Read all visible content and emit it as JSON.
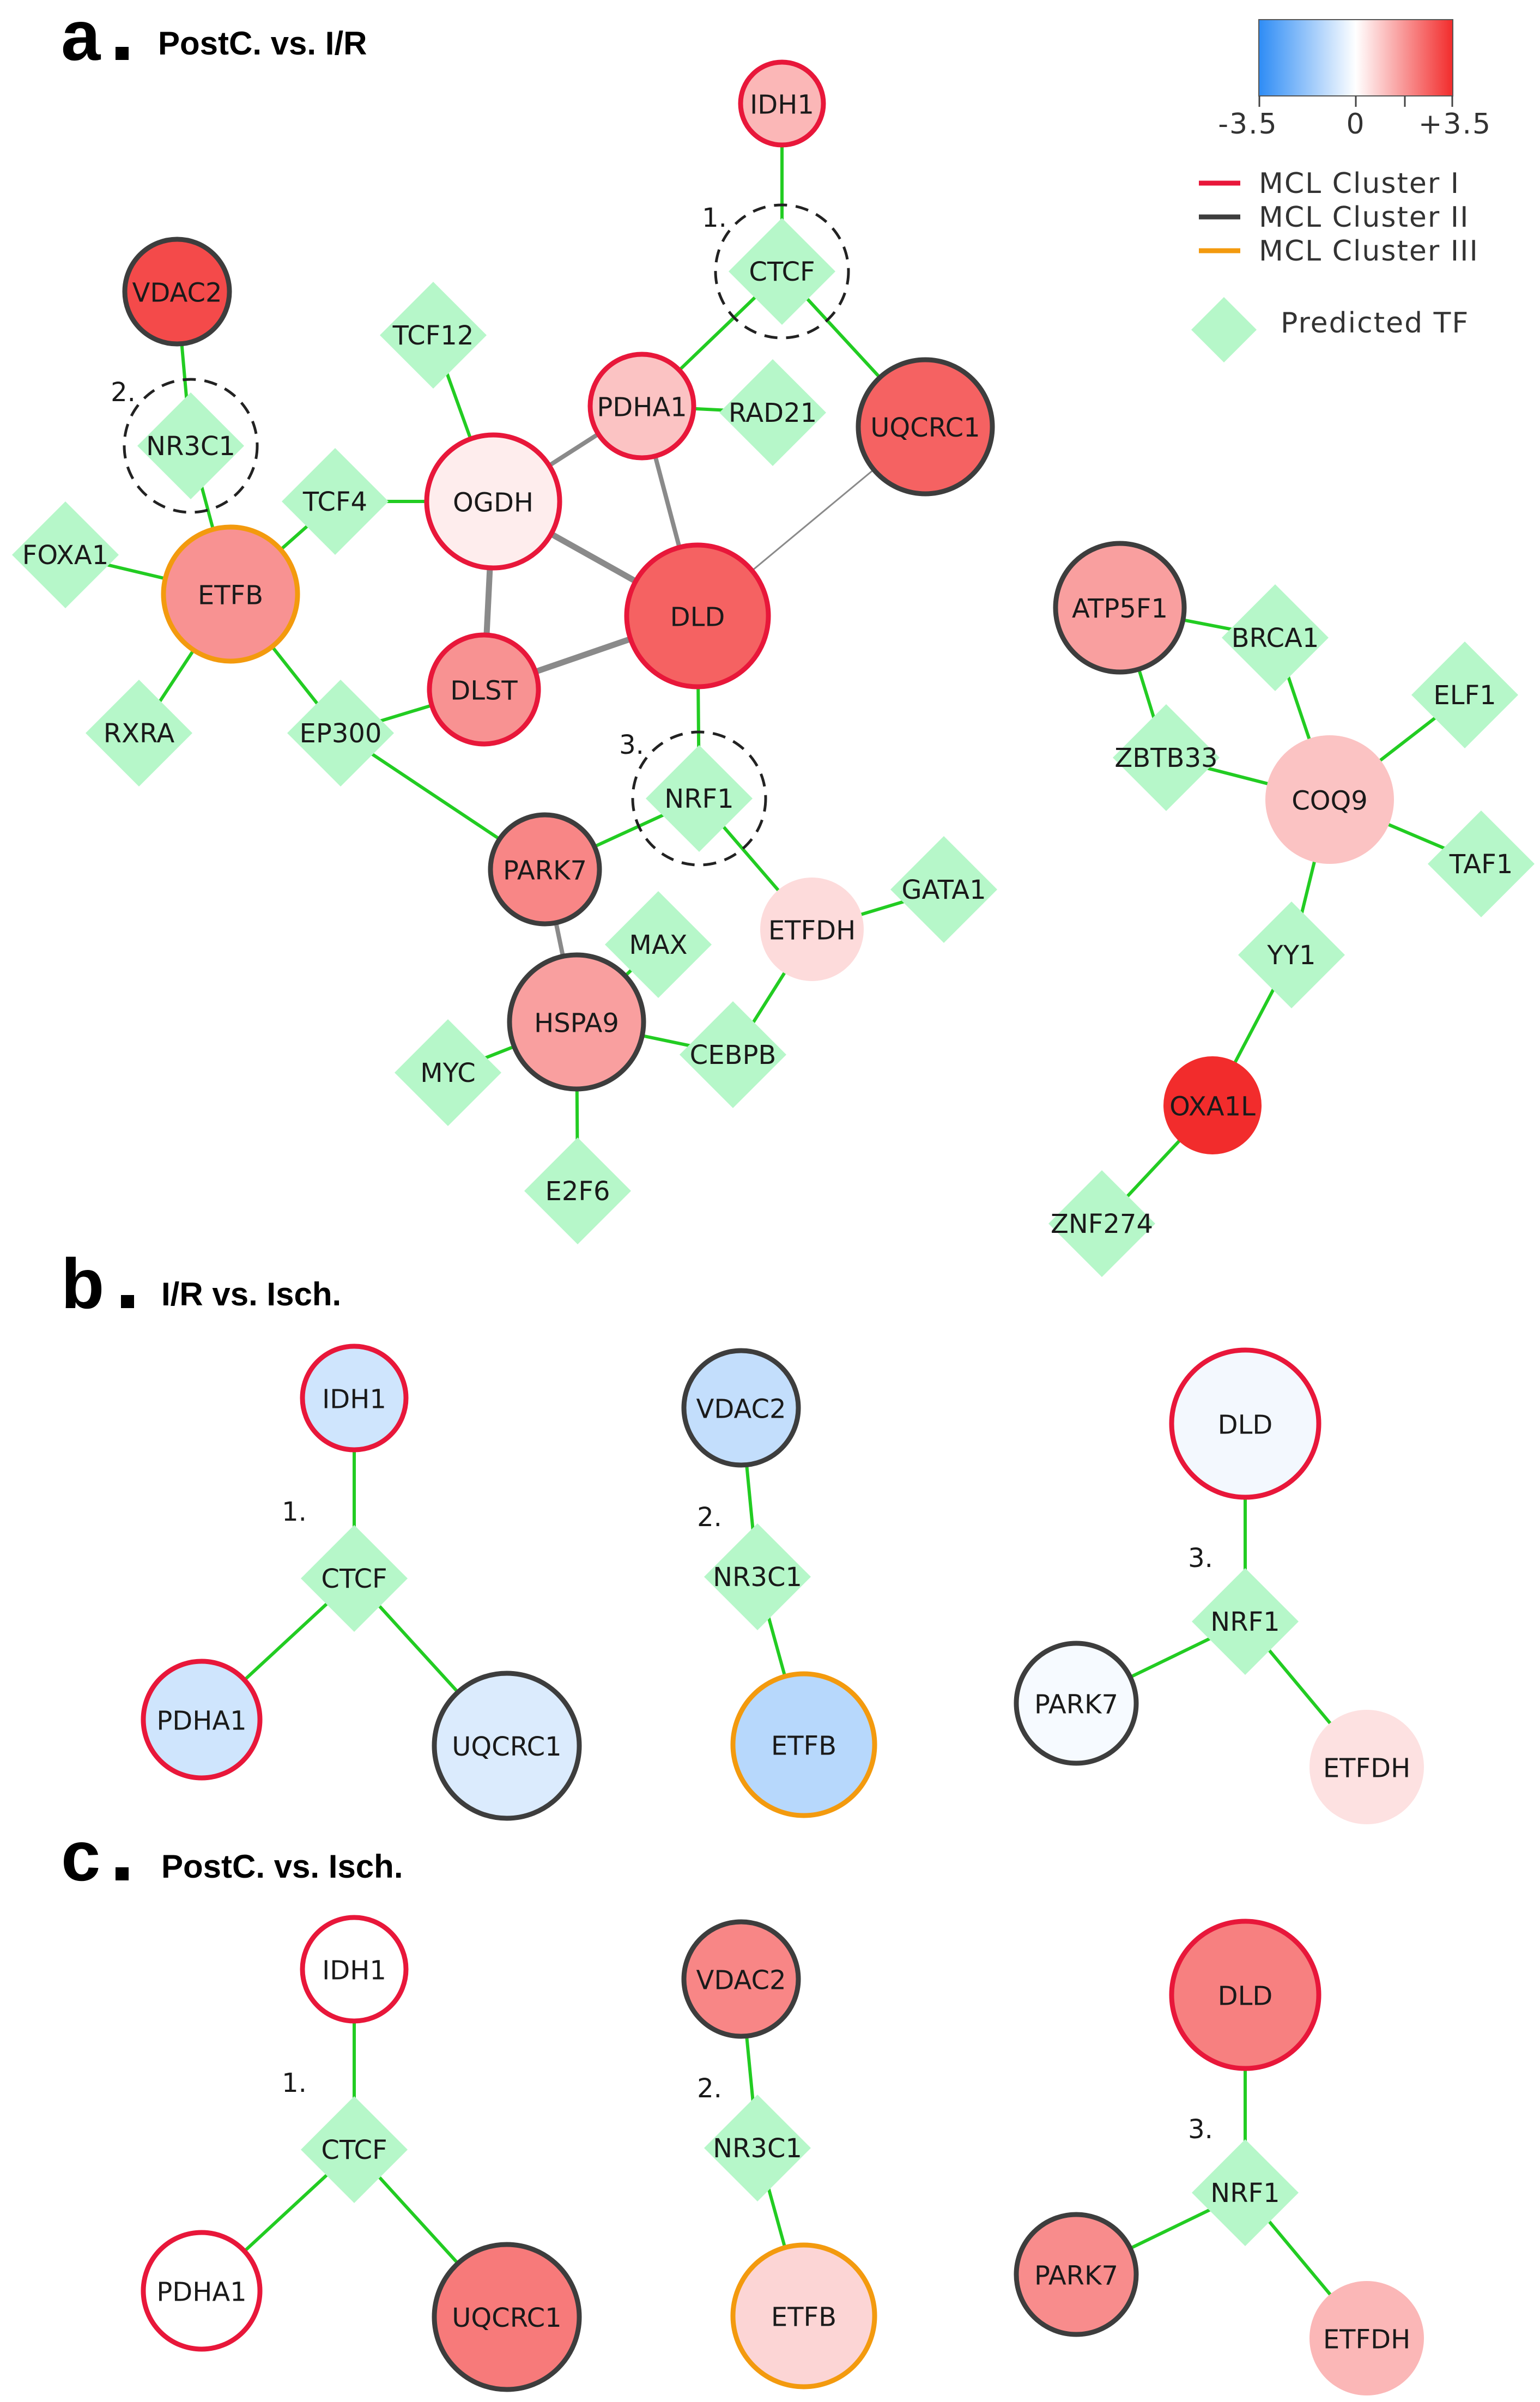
{
  "colors": {
    "edge_tf": "#22cc22",
    "edge_gene": "#8a8a8a",
    "tf_fill": "#b6f7c9",
    "cluster_I": "#e8173a",
    "cluster_II": "#3d3d3d",
    "cluster_III": "#f39a0e",
    "scale_low": "#2e8cf5",
    "scale_mid": "#ffffff",
    "scale_high": "#f22c2c"
  },
  "panels": {
    "a": {
      "letter": "a",
      "title": "PostC. vs. I/R"
    },
    "b": {
      "letter": "b",
      "title": "I/R vs. Isch."
    },
    "c": {
      "letter": "c",
      "title": "PostC. vs. Isch."
    }
  },
  "legend": {
    "scale_min": "-3.5",
    "scale_mid": "0",
    "scale_max": "+3.5",
    "cluster_1": "MCL Cluster I",
    "cluster_2": "MCL Cluster II",
    "cluster_3": "MCL Cluster III",
    "tf_label": "Predicted TF"
  },
  "network_a": {
    "nodes": [
      {
        "id": "IDH1",
        "kind": "gene",
        "cluster": "I",
        "value": 1.2
      },
      {
        "id": "CTCF",
        "kind": "tf",
        "highlight": "1."
      },
      {
        "id": "VDAC2",
        "kind": "gene",
        "cluster": "II",
        "value": 3.0
      },
      {
        "id": "NR3C1",
        "kind": "tf",
        "highlight": "2."
      },
      {
        "id": "TCF12",
        "kind": "tf"
      },
      {
        "id": "PDHA1",
        "kind": "gene",
        "cluster": "I",
        "value": 1.0
      },
      {
        "id": "RAD21",
        "kind": "tf"
      },
      {
        "id": "UQCRC1",
        "kind": "gene",
        "cluster": "II",
        "value": 2.6
      },
      {
        "id": "TCF4",
        "kind": "tf"
      },
      {
        "id": "OGDH",
        "kind": "gene",
        "cluster": "I",
        "value": 0.3
      },
      {
        "id": "FOXA1",
        "kind": "tf"
      },
      {
        "id": "ETFB",
        "kind": "gene",
        "cluster": "III",
        "value": 1.8
      },
      {
        "id": "DLD",
        "kind": "gene",
        "cluster": "I",
        "value": 2.6
      },
      {
        "id": "DLST",
        "kind": "gene",
        "cluster": "I",
        "value": 1.8
      },
      {
        "id": "RXRA",
        "kind": "tf"
      },
      {
        "id": "EP300",
        "kind": "tf"
      },
      {
        "id": "NRF1",
        "kind": "tf",
        "highlight": "3."
      },
      {
        "id": "PARK7",
        "kind": "gene",
        "cluster": "II",
        "value": 2.0
      },
      {
        "id": "ETFDH",
        "kind": "gene",
        "cluster": "none",
        "value": 0.6
      },
      {
        "id": "GATA1",
        "kind": "tf"
      },
      {
        "id": "MAX",
        "kind": "tf"
      },
      {
        "id": "HSPA9",
        "kind": "gene",
        "cluster": "II",
        "value": 1.6
      },
      {
        "id": "MYC",
        "kind": "tf"
      },
      {
        "id": "CEBPB",
        "kind": "tf"
      },
      {
        "id": "E2F6",
        "kind": "tf"
      },
      {
        "id": "ATP5F1",
        "kind": "gene",
        "cluster": "II",
        "value": 1.6
      },
      {
        "id": "BRCA1",
        "kind": "tf"
      },
      {
        "id": "ELF1",
        "kind": "tf"
      },
      {
        "id": "ZBTB33",
        "kind": "tf"
      },
      {
        "id": "COQ9",
        "kind": "gene",
        "cluster": "none",
        "value": 1.0
      },
      {
        "id": "TAF1",
        "kind": "tf"
      },
      {
        "id": "YY1",
        "kind": "tf"
      },
      {
        "id": "OXA1L",
        "kind": "gene",
        "cluster": "none",
        "value": 3.5
      },
      {
        "id": "ZNF274",
        "kind": "tf"
      }
    ],
    "edges": [
      {
        "from": "IDH1",
        "to": "CTCF",
        "kind": "tf"
      },
      {
        "from": "CTCF",
        "to": "PDHA1",
        "kind": "tf"
      },
      {
        "from": "CTCF",
        "to": "UQCRC1",
        "kind": "tf"
      },
      {
        "from": "VDAC2",
        "to": "NR3C1",
        "kind": "tf"
      },
      {
        "from": "NR3C1",
        "to": "ETFB",
        "kind": "tf"
      },
      {
        "from": "TCF12",
        "to": "OGDH",
        "kind": "tf"
      },
      {
        "from": "TCF4",
        "to": "OGDH",
        "kind": "tf"
      },
      {
        "from": "TCF4",
        "to": "ETFB",
        "kind": "tf"
      },
      {
        "from": "FOXA1",
        "to": "ETFB",
        "kind": "tf"
      },
      {
        "from": "RXRA",
        "to": "ETFB",
        "kind": "tf"
      },
      {
        "from": "ETFB",
        "to": "EP300",
        "kind": "tf"
      },
      {
        "from": "EP300",
        "to": "DLST",
        "kind": "tf"
      },
      {
        "from": "EP300",
        "to": "PARK7",
        "kind": "tf"
      },
      {
        "from": "PDHA1",
        "to": "RAD21",
        "kind": "tf"
      },
      {
        "from": "DLD",
        "to": "NRF1",
        "kind": "tf"
      },
      {
        "from": "NRF1",
        "to": "PARK7",
        "kind": "tf"
      },
      {
        "from": "NRF1",
        "to": "ETFDH",
        "kind": "tf"
      },
      {
        "from": "ETFDH",
        "to": "GATA1",
        "kind": "tf"
      },
      {
        "from": "ETFDH",
        "to": "CEBPB",
        "kind": "tf"
      },
      {
        "from": "HSPA9",
        "to": "MAX",
        "kind": "tf"
      },
      {
        "from": "HSPA9",
        "to": "MYC",
        "kind": "tf"
      },
      {
        "from": "HSPA9",
        "to": "CEBPB",
        "kind": "tf"
      },
      {
        "from": "HSPA9",
        "to": "E2F6",
        "kind": "tf"
      },
      {
        "from": "PDHA1",
        "to": "OGDH",
        "kind": "gene",
        "weight": 2
      },
      {
        "from": "PDHA1",
        "to": "DLD",
        "kind": "gene",
        "weight": 2
      },
      {
        "from": "OGDH",
        "to": "DLD",
        "kind": "gene",
        "weight": 3
      },
      {
        "from": "OGDH",
        "to": "DLST",
        "kind": "gene",
        "weight": 3
      },
      {
        "from": "DLST",
        "to": "DLD",
        "kind": "gene",
        "weight": 3
      },
      {
        "from": "UQCRC1",
        "to": "DLD",
        "kind": "gene",
        "weight": 1
      },
      {
        "from": "PARK7",
        "to": "HSPA9",
        "kind": "gene",
        "weight": 2
      },
      {
        "from": "ATP5F1",
        "to": "BRCA1",
        "kind": "tf"
      },
      {
        "from": "ATP5F1",
        "to": "ZBTB33",
        "kind": "tf"
      },
      {
        "from": "BRCA1",
        "to": "COQ9",
        "kind": "tf"
      },
      {
        "from": "ZBTB33",
        "to": "COQ9",
        "kind": "tf"
      },
      {
        "from": "ELF1",
        "to": "COQ9",
        "kind": "tf"
      },
      {
        "from": "TAF1",
        "to": "COQ9",
        "kind": "tf"
      },
      {
        "from": "COQ9",
        "to": "YY1",
        "kind": "tf"
      },
      {
        "from": "YY1",
        "to": "OXA1L",
        "kind": "tf"
      },
      {
        "from": "OXA1L",
        "to": "ZNF274",
        "kind": "tf"
      }
    ]
  },
  "subnetworks_b": [
    {
      "number": "1.",
      "tf": "CTCF",
      "genes": [
        {
          "id": "IDH1",
          "cluster": "I",
          "value": -0.8
        },
        {
          "id": "PDHA1",
          "cluster": "I",
          "value": -0.8
        },
        {
          "id": "UQCRC1",
          "cluster": "II",
          "value": -0.6
        }
      ]
    },
    {
      "number": "2.",
      "tf": "NR3C1",
      "genes": [
        {
          "id": "VDAC2",
          "cluster": "II",
          "value": -1.0
        },
        {
          "id": "ETFB",
          "cluster": "III",
          "value": -1.2
        }
      ]
    },
    {
      "number": "3.",
      "tf": "NRF1",
      "genes": [
        {
          "id": "DLD",
          "cluster": "I",
          "value": -0.2
        },
        {
          "id": "PARK7",
          "cluster": "II",
          "value": -0.15
        },
        {
          "id": "ETFDH",
          "cluster": "none",
          "value": 0.5
        }
      ]
    }
  ],
  "subnetworks_c": [
    {
      "number": "1.",
      "tf": "CTCF",
      "genes": [
        {
          "id": "IDH1",
          "cluster": "I",
          "value": 0.0
        },
        {
          "id": "PDHA1",
          "cluster": "I",
          "value": 0.0
        },
        {
          "id": "UQCRC1",
          "cluster": "II",
          "value": 2.2
        }
      ]
    },
    {
      "number": "2.",
      "tf": "NR3C1",
      "genes": [
        {
          "id": "VDAC2",
          "cluster": "II",
          "value": 2.0
        },
        {
          "id": "ETFB",
          "cluster": "III",
          "value": 0.7
        }
      ]
    },
    {
      "number": "3.",
      "tf": "NRF1",
      "genes": [
        {
          "id": "DLD",
          "cluster": "I",
          "value": 2.1
        },
        {
          "id": "PARK7",
          "cluster": "II",
          "value": 1.9
        },
        {
          "id": "ETFDH",
          "cluster": "none",
          "value": 1.2
        }
      ]
    }
  ]
}
